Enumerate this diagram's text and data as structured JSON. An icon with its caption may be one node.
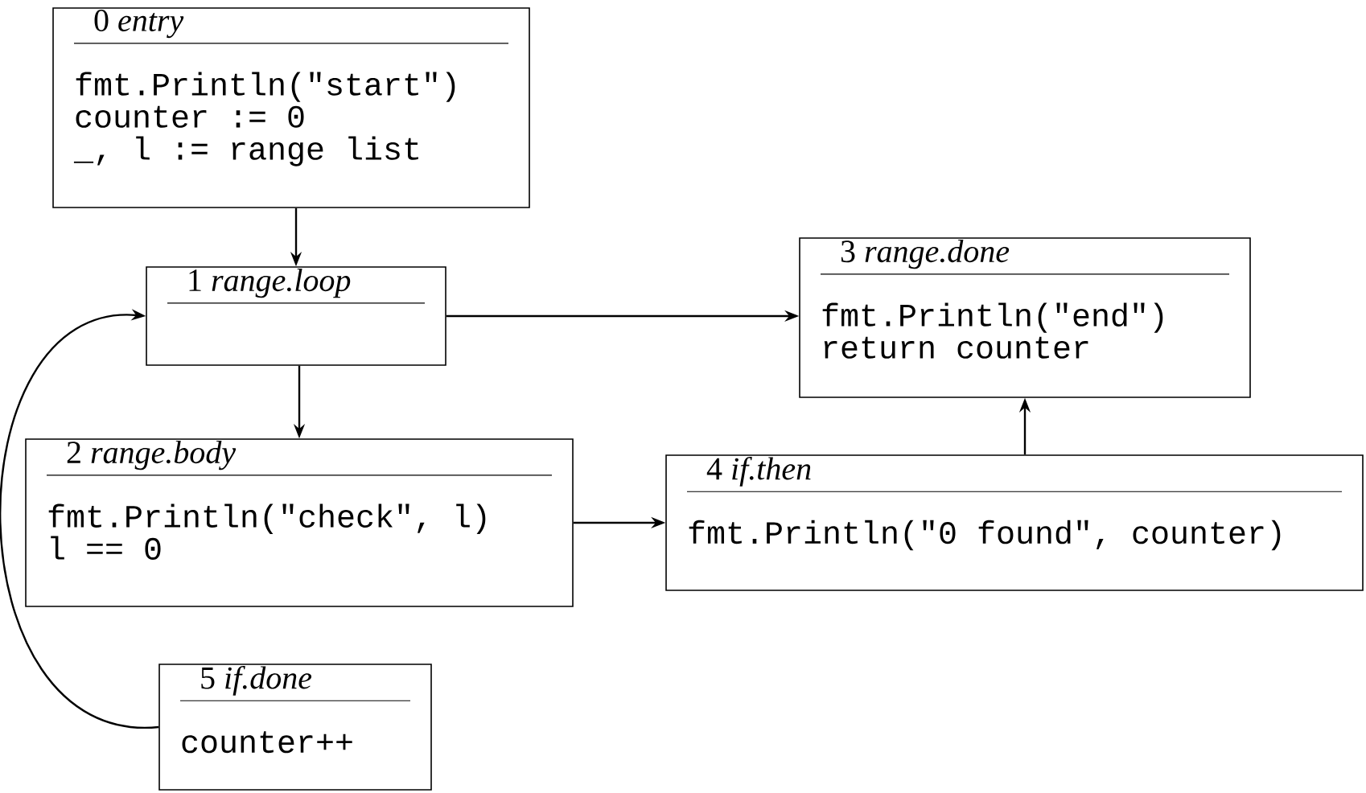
{
  "diagram": {
    "nodes": [
      {
        "text": [
          "0 *entry*",
          "fmt.Println(\"start\")",
          "counter := 0",
          "_, l := range list"
        ]
      },
      {
        "text": [
          "1 *range.loop*"
        ]
      },
      {
        "text": [
          "2 *range.body*",
          "fmt.Println(\"check\", l)",
          "l == 0"
        ]
      },
      {
        "text": [
          "3 *range.done*",
          "fmt.Println(\"end\")",
          "return counter"
        ]
      },
      {
        "text": [
          "4 *if.then*",
          "fmt.Println(\"0 found\", counter)"
        ]
      },
      {
        "text": [
          "5 *if.done*",
          "counter++"
        ]
      }
    ],
    "edges": [
      {
        "from": 0,
        "to": 1,
        "arrow": "to"
      },
      {
        "from": 1,
        "to": 3,
        "arrow": "to"
      },
      {
        "from": 1,
        "to": 2,
        "arrow": "to"
      },
      {
        "from": 2,
        "to": 4,
        "arrow": "to"
      },
      {
        "from": 4,
        "to": 3,
        "arrow": "to"
      },
      {
        "from": 5,
        "to": 1,
        "arrow": "to"
      }
    ]
  }
}
